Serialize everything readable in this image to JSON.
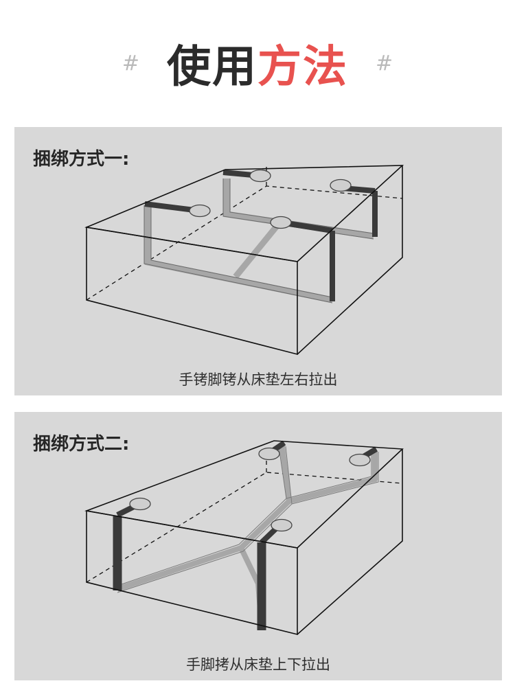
{
  "header": {
    "hash_left": "#",
    "title_part1": "使用",
    "title_part2": "方法",
    "hash_right": "#"
  },
  "panels": [
    {
      "title": "捆绑方式一:",
      "caption": "手铐脚铐从床垫左右拉出"
    },
    {
      "title": "捆绑方式二:",
      "caption": "手脚拷从床垫上下拉出"
    }
  ],
  "colors": {
    "accent": "#e8524f",
    "title_dark": "#2b2b2b",
    "panel_bg": "#d8d8d8",
    "strap_dark": "#3a3a3a",
    "strap_light": "#a9a9a9"
  }
}
